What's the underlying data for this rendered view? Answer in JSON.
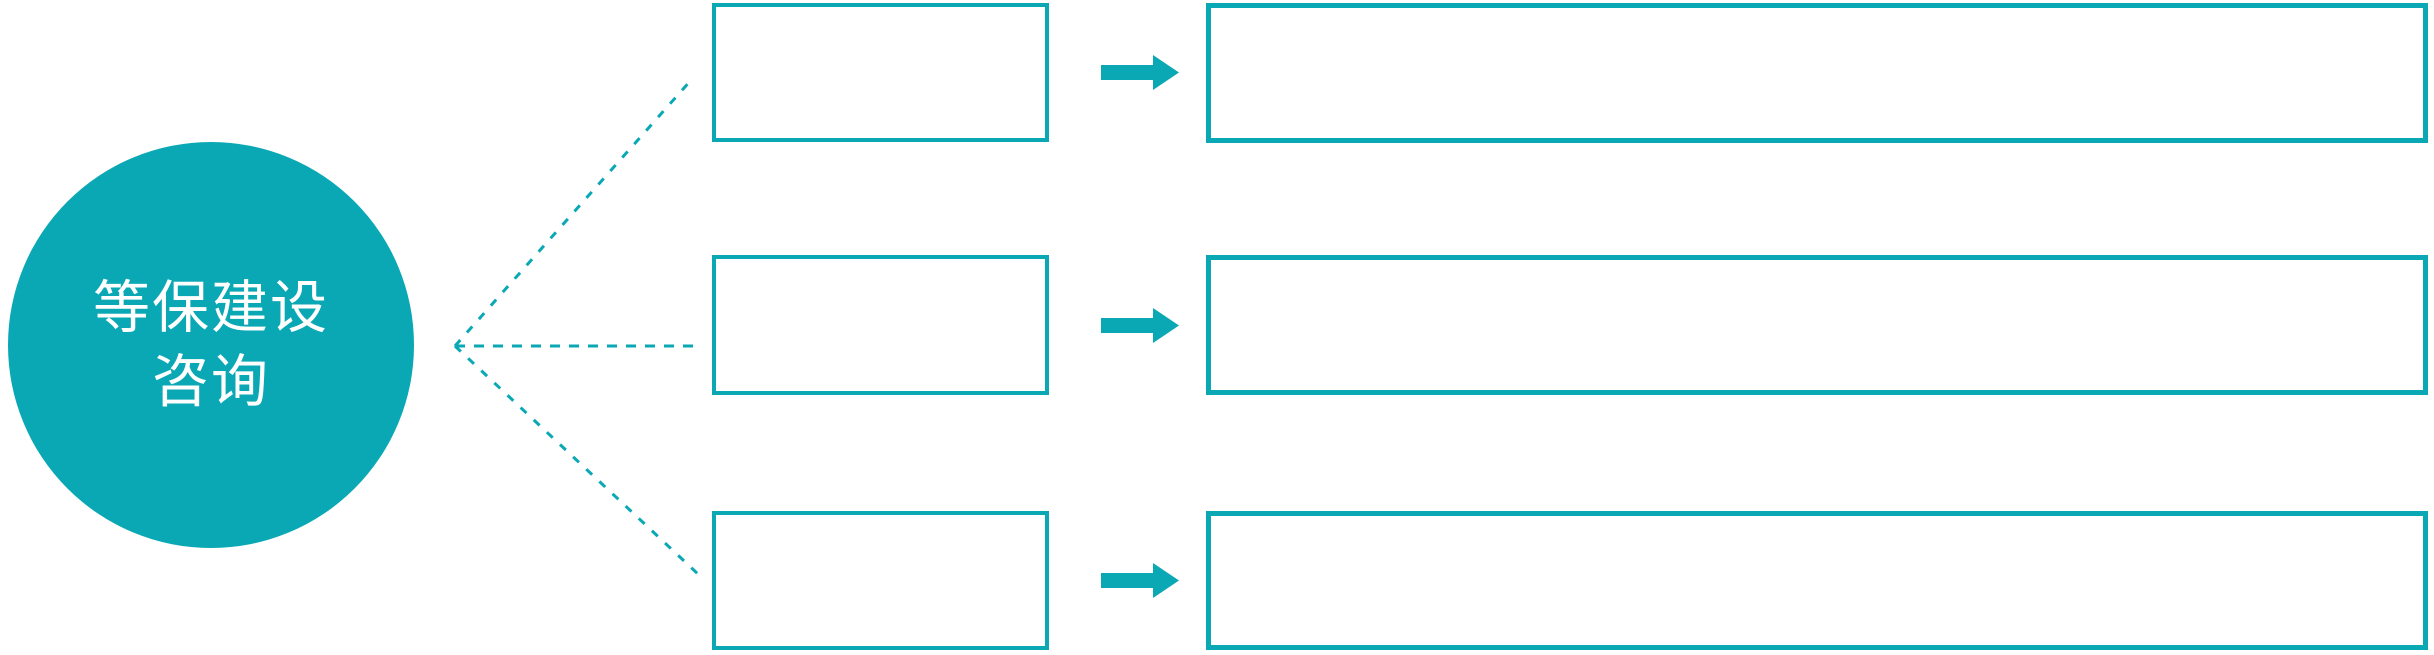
{
  "colors": {
    "accent": "#0AA8B5",
    "background": "#FFFFFF",
    "root_text": "#FFFFFF"
  },
  "root": {
    "line1": "等保建设",
    "line2": "咨询"
  },
  "branches": [
    {
      "box_text": "",
      "detail_text": ""
    },
    {
      "box_text": "",
      "detail_text": ""
    },
    {
      "box_text": "",
      "detail_text": ""
    }
  ],
  "icons": {
    "arrow": "right-block-arrow"
  }
}
